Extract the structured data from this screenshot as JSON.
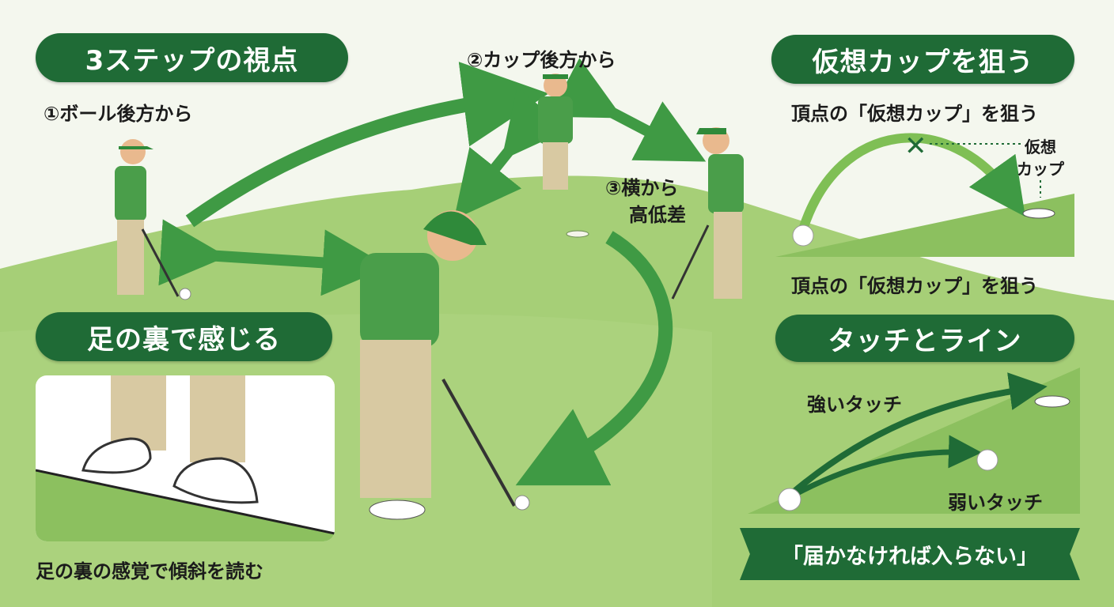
{
  "sections": {
    "steps": {
      "title": "3ステップの視点",
      "step1": "①ボール後方から",
      "step2": "②カップ後方から",
      "step3_line1": "③横から",
      "step3_line2": "高低差"
    },
    "virtual_cup": {
      "title": "仮想カップを狙う",
      "caption_top": "頂点の「仮想カップ」を狙う",
      "marker_line1": "仮想",
      "marker_line2": "カップ",
      "caption_bottom": "頂点の「仮想カップ」を狙う"
    },
    "feet": {
      "title": "足の裏で感じる",
      "caption": "足の裏の感覚で傾斜を読む"
    },
    "touch": {
      "title": "タッチとライン",
      "strong": "強いタッチ",
      "weak": "弱いタッチ",
      "banner": "「届かなければ入らない」"
    }
  },
  "colors": {
    "dark_green": "#1f6b36",
    "arrow_green": "#3f9a44",
    "grass": "#a6cf77",
    "grass_dark": "#8cc05f",
    "sky": "#f4f7ee"
  }
}
